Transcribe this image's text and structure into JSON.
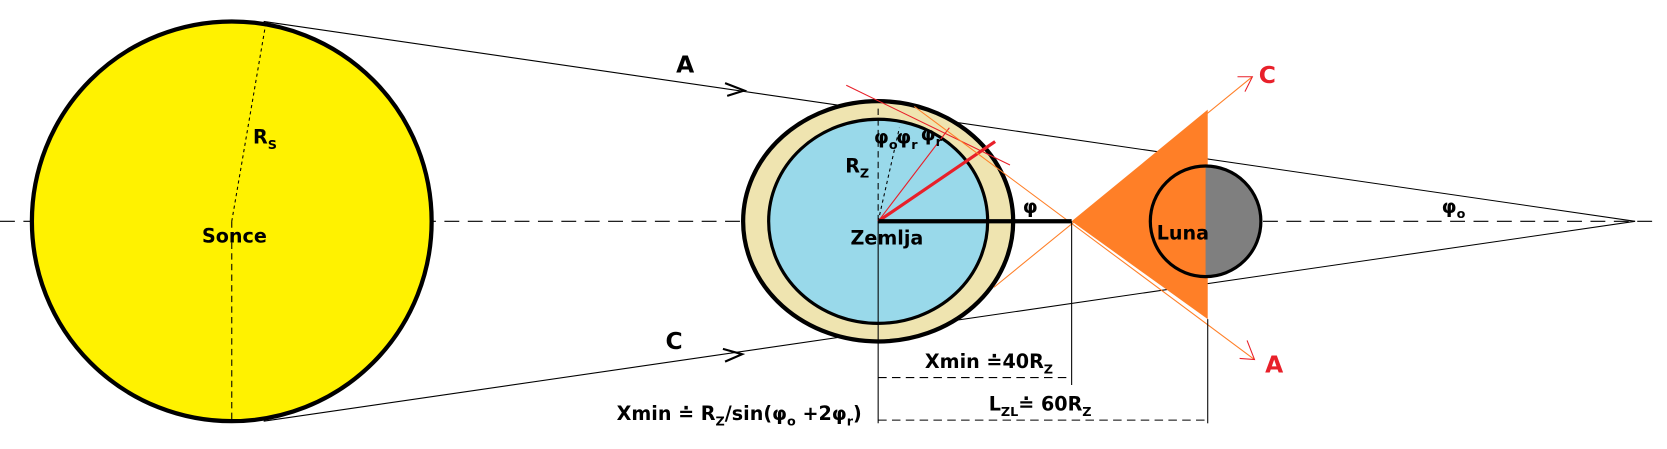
{
  "labels": {
    "sun": "Sonce",
    "earth": "Zemlja",
    "moon": "Luna",
    "sun_radius": "R",
    "sun_radius_sub": "S",
    "earth_radius": "R",
    "earth_radius_sub": "Z",
    "ray_a_left": "A",
    "ray_c_left": "C",
    "ray_c_right": "C",
    "ray_a_right": "A",
    "phi": "φ",
    "phi_o": "φ",
    "phi_o_sub": "o",
    "phi_r1": "φ",
    "phi_r1_sub": "r",
    "phi_r2": "φ",
    "phi_r2_sub": "r",
    "phi_o_earth": "φ",
    "phi_o_earth_sub": "o"
  },
  "dimensions": {
    "xmin": "Xmin ≐40R",
    "xmin_sub": "Z",
    "lzl_main": "L",
    "lzl_sub": "ZL",
    "lzl_value": "≐ 60R",
    "lzl_value_sub": "Z",
    "formula_a": "Xmin ≐ R",
    "formula_a_sub": "Z",
    "formula_b": "/sin(φ",
    "formula_b_sub": "o",
    "formula_c": " +2φ",
    "formula_c_sub": "r",
    "formula_d": ")"
  },
  "colors": {
    "sun": "#FFF200",
    "earth": "#99D9EA",
    "atmosphere": "#EFE4B0",
    "cone": "#FF7F27",
    "moon_shadow": "#7F7F7F",
    "accent": "#E8202A"
  }
}
